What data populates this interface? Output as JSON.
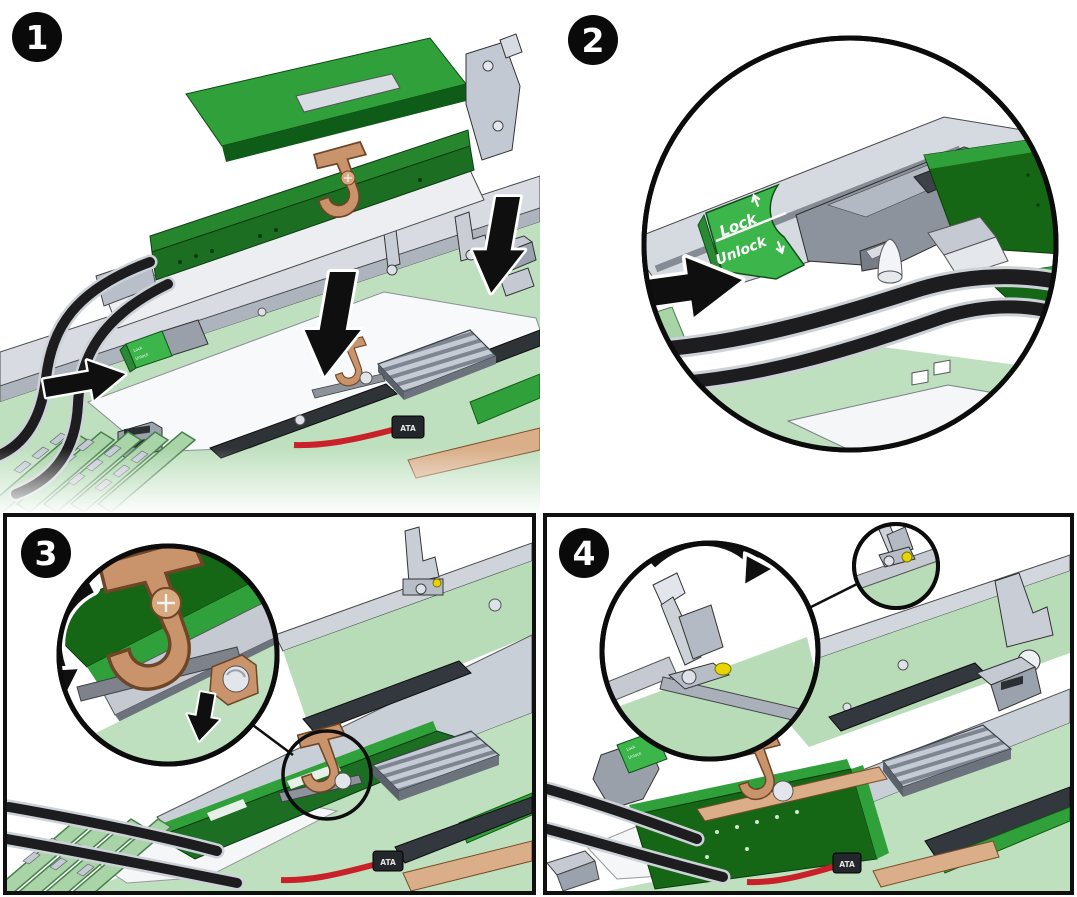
{
  "figure": {
    "steps": [
      {
        "number": "1"
      },
      {
        "number": "2"
      },
      {
        "number": "3"
      },
      {
        "number": "4"
      }
    ],
    "latch_label": {
      "lock": "Lock",
      "unlock": "Unlock"
    },
    "connector_label": {
      "ata": "ATA"
    },
    "colors": {
      "badge_background": "#0a0a0a",
      "badge_text": "#ffffff",
      "panel_border": "#101010",
      "callout_ring": "#101010",
      "motherboard_green": "#bfe0bf",
      "deck_green": "#b7dcb7",
      "pcb_dark_green": "#1b6e22",
      "pcb_bright_green": "#2fa03a",
      "latch_green": "#3cb54a",
      "chassis_gray": "#d8dce2",
      "metal_gray": "#c5cad2",
      "copper": "#c9946c",
      "tan_bar": "#d9ae88",
      "cable_black": "#1d1d1f",
      "sata_red": "#c9202a",
      "pivot_yellow": "#e6d500",
      "arrow_black": "#0f0f10",
      "arrow_outline": "#ffffff"
    }
  }
}
